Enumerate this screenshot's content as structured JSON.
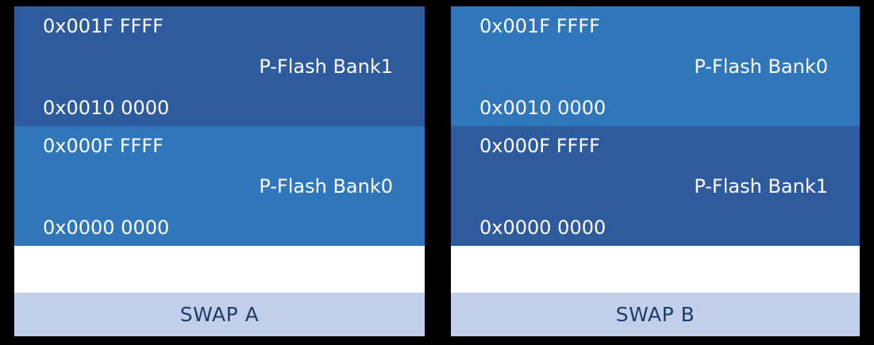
{
  "colors": {
    "dark_blue": "#2e5b9e",
    "light_blue": "#3076ba",
    "swap_bar": "#c1cfea",
    "swap_text": "#1f3c68",
    "block_text": "#ffffff",
    "frame": "#000000"
  },
  "panels": [
    {
      "id": "swap-a",
      "swap_label": "SWAP A",
      "blocks": [
        {
          "shade": "dark",
          "top_addr": "0x001F FFFF",
          "label": "P-Flash Bank1",
          "bottom_addr": "0x0010 0000"
        },
        {
          "shade": "light",
          "top_addr": "0x000F FFFF",
          "label": "P-Flash Bank0",
          "bottom_addr": "0x0000 0000"
        }
      ]
    },
    {
      "id": "swap-b",
      "swap_label": "SWAP B",
      "blocks": [
        {
          "shade": "light",
          "top_addr": "0x001F FFFF",
          "label": "P-Flash Bank0",
          "bottom_addr": "0x0010 0000"
        },
        {
          "shade": "dark",
          "top_addr": "0x000F FFFF",
          "label": "P-Flash Bank1",
          "bottom_addr": "0x0000 0000"
        }
      ]
    }
  ]
}
